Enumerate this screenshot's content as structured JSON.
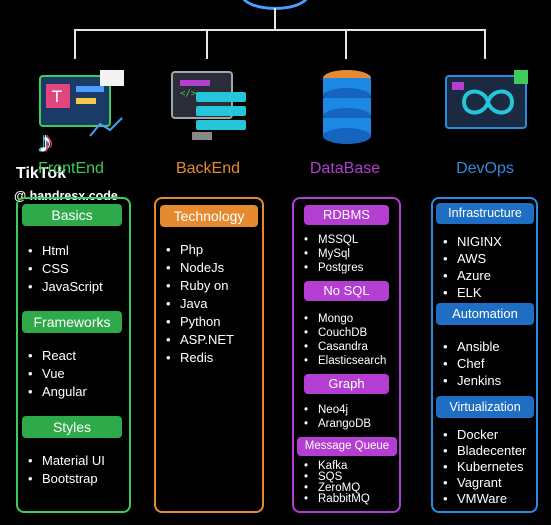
{
  "watermark": {
    "brand": "TikTok",
    "user": "@ handresx.code"
  },
  "columns": [
    {
      "title": "FrontEnd",
      "color": "#3ecb5c",
      "groups": [
        {
          "label": "Basics",
          "items": [
            "Html",
            "CSS",
            "JavaScript"
          ]
        },
        {
          "label": "Frameworks",
          "items": [
            "React",
            "Vue",
            "Angular"
          ]
        },
        {
          "label": "Styles",
          "items": [
            "Material UI",
            "Bootstrap"
          ]
        }
      ]
    },
    {
      "title": "BackEnd",
      "color": "#e58a2e",
      "groups": [
        {
          "label": "Technology",
          "items": [
            "Php",
            "NodeJs",
            "Ruby on",
            "Java",
            "Python",
            "ASP.NET",
            "Redis"
          ]
        }
      ]
    },
    {
      "title": "DataBase",
      "color": "#b33ed1",
      "groups": [
        {
          "label": "RDBMS",
          "items": [
            "MSSQL",
            "MySql",
            "Postgres"
          ]
        },
        {
          "label": "No SQL",
          "items": [
            "Mongo",
            "CouchDB",
            "Casandra",
            "Elasticsearch"
          ]
        },
        {
          "label": "Graph",
          "items": [
            "Neo4j",
            "ArangoDB"
          ]
        },
        {
          "label": "Message Queue",
          "items": [
            "Kafka",
            "SQS",
            "ZeroMQ",
            "RabbitMQ"
          ]
        }
      ]
    },
    {
      "title": "DevOps",
      "color": "#2a8be0",
      "groups": [
        {
          "label": "Infrastructure",
          "items": [
            "NIGINX",
            "AWS",
            "Azure",
            "ELK"
          ]
        },
        {
          "label": "Automation",
          "items": [
            "Ansible",
            "Chef",
            "Jenkins"
          ]
        },
        {
          "label": "Virtualization",
          "items": [
            "Docker",
            "Bladecenter",
            "Kubernetes",
            "Vagrant",
            "VMWare"
          ]
        }
      ]
    }
  ]
}
